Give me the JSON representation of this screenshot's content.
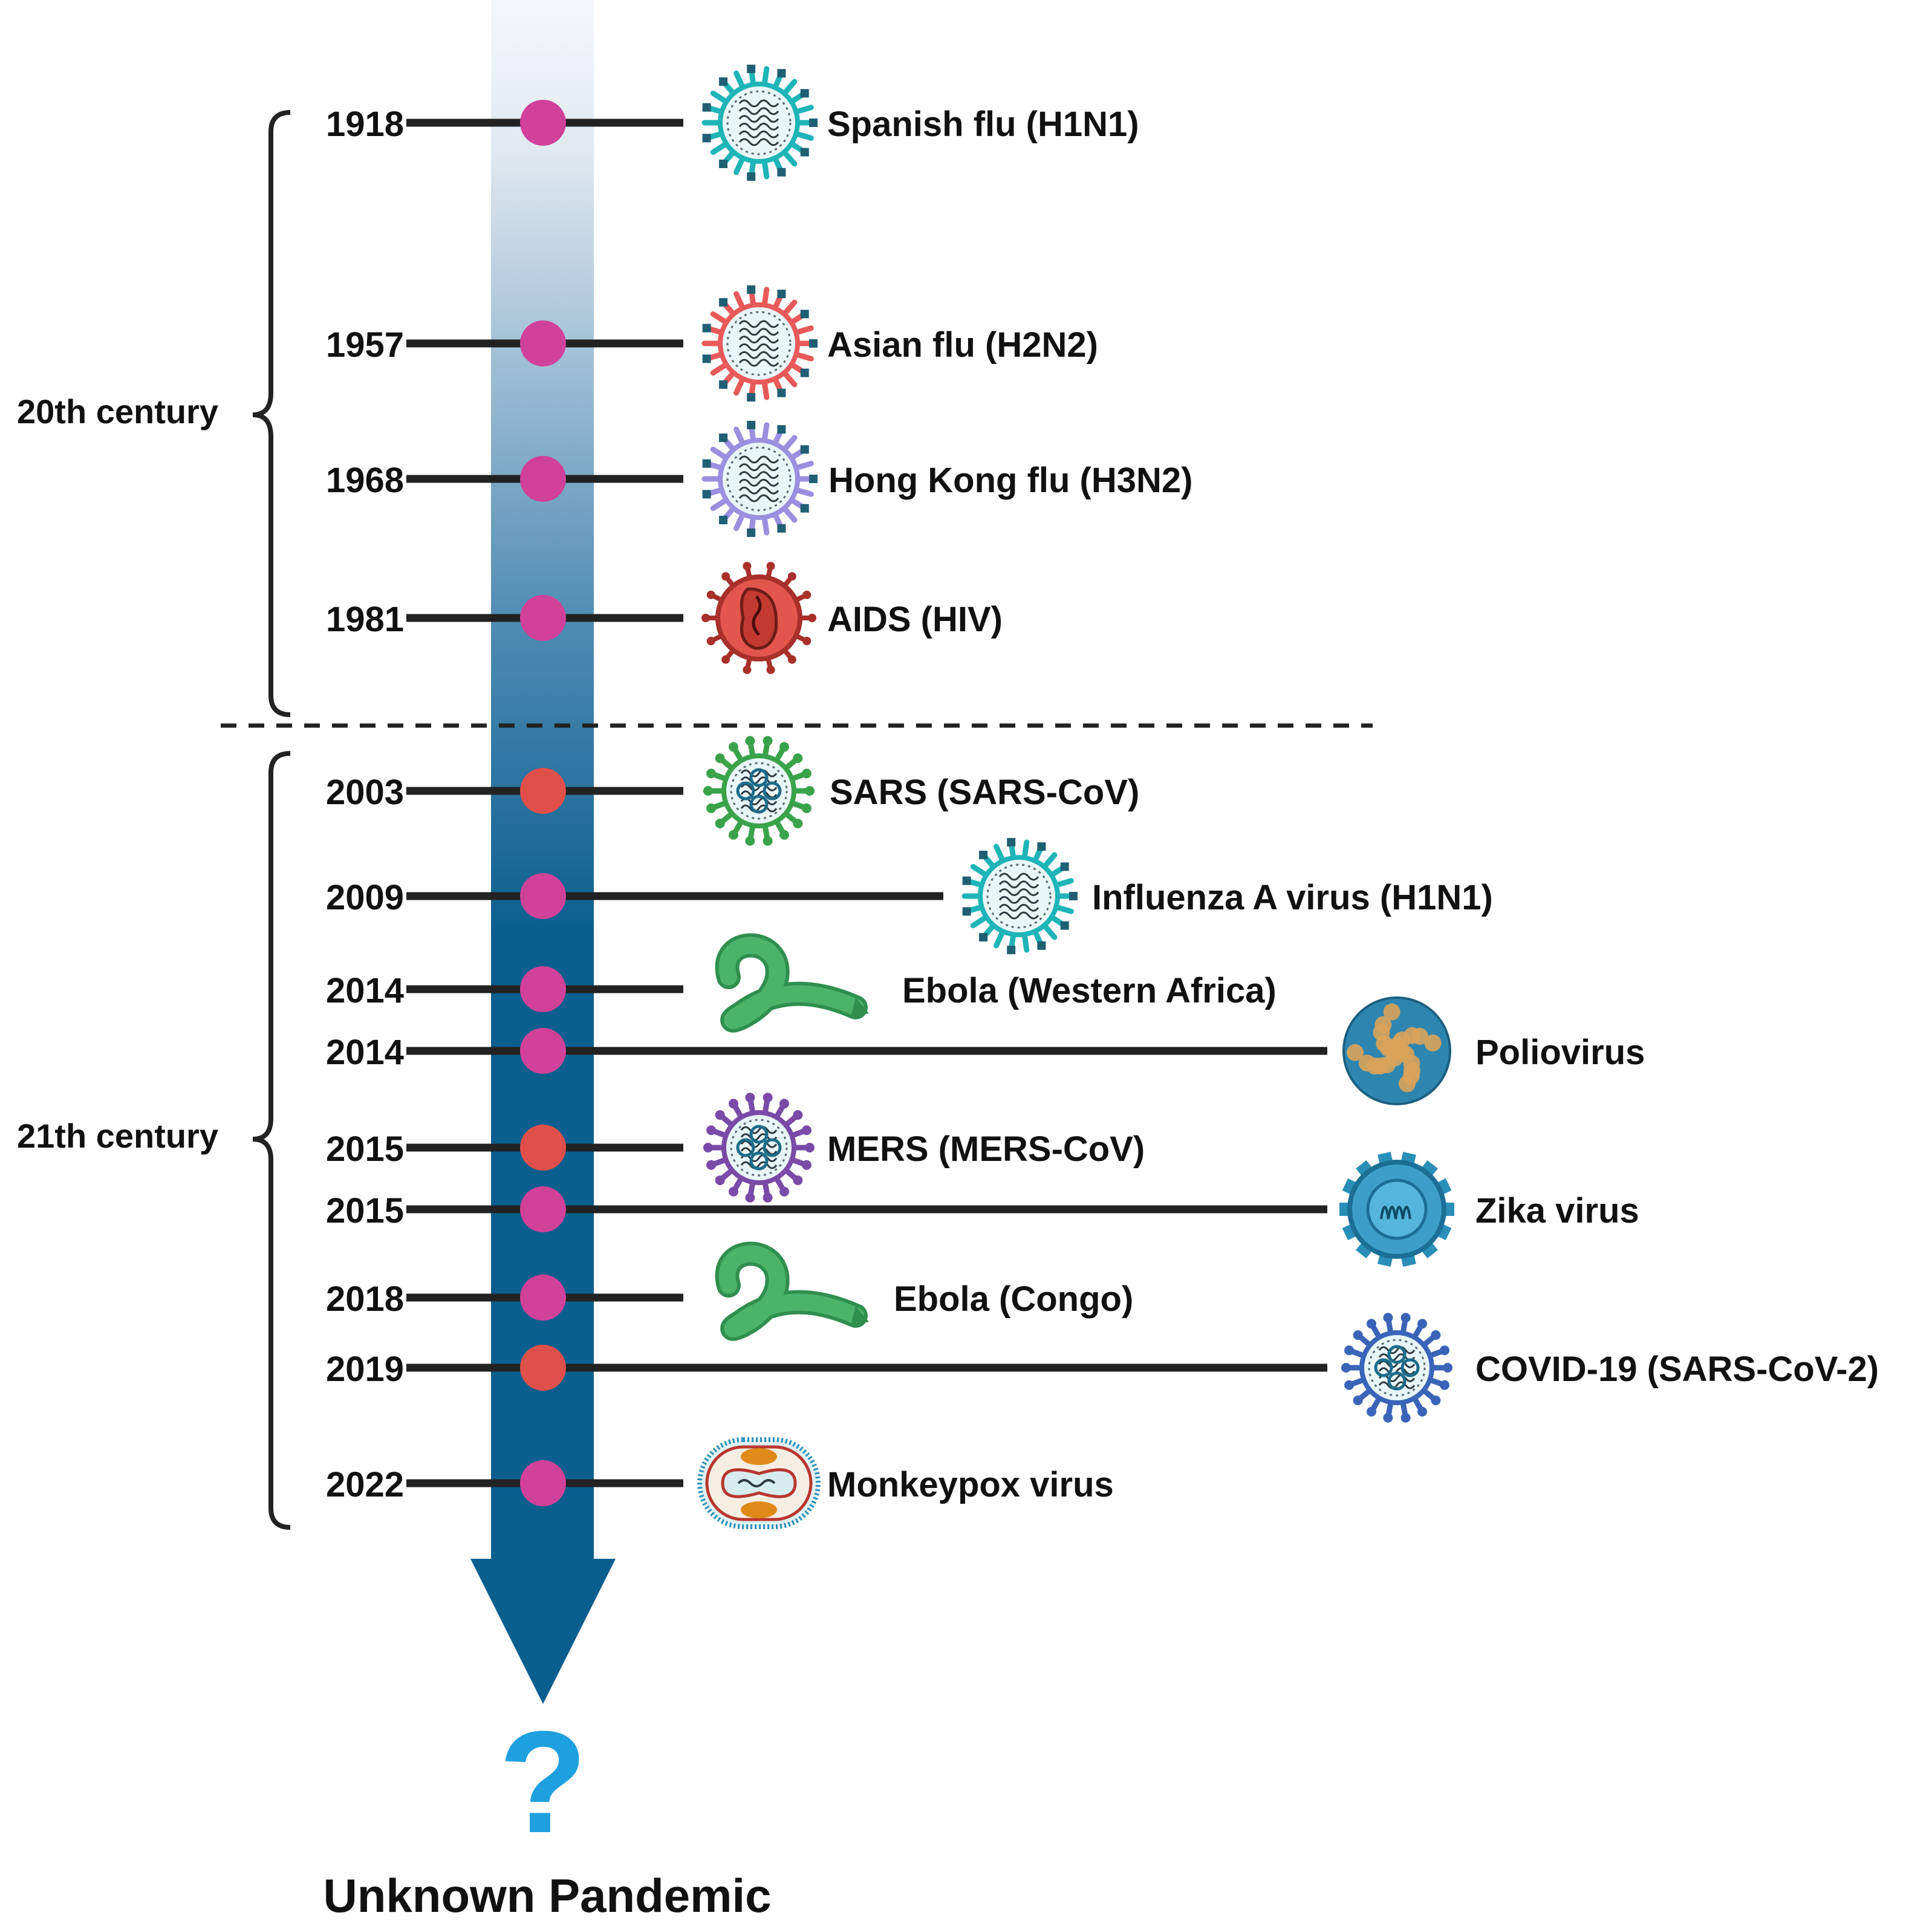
{
  "centuries": [
    {
      "label": "20th century"
    },
    {
      "label": "21th century"
    }
  ],
  "events": [
    {
      "year": "1918",
      "name": "Spanish flu (H1N1)",
      "dot_color": "#d0419a",
      "icon": "influenza-virus-icon",
      "spike_color": "#1fb5b8"
    },
    {
      "year": "1957",
      "name": "Asian flu (H2N2)",
      "dot_color": "#d0419a",
      "icon": "influenza-virus-icon",
      "spike_color": "#e8595a"
    },
    {
      "year": "1968",
      "name": "Hong Kong flu (H3N2)",
      "dot_color": "#d0419a",
      "icon": "influenza-virus-icon",
      "spike_color": "#9b8fe0"
    },
    {
      "year": "1981",
      "name": "AIDS (HIV)",
      "dot_color": "#d0419a",
      "icon": "hiv-virus-icon",
      "spike_color": "#c23a32"
    },
    {
      "year": "2003",
      "name": "SARS (SARS-CoV)",
      "dot_color": "#e0504a",
      "icon": "coronavirus-icon",
      "spike_color": "#3aa34a"
    },
    {
      "year": "2009",
      "name": "Influenza A virus (H1N1)",
      "dot_color": "#d0419a",
      "icon": "influenza-virus-icon",
      "spike_color": "#1fb5b8"
    },
    {
      "year": "2014",
      "name": "Ebola (Western Africa)",
      "dot_color": "#d0419a",
      "icon": "ebola-virus-icon",
      "spike_color": "#4cb36a"
    },
    {
      "year": "2014",
      "name": "Poliovirus",
      "dot_color": "#d0419a",
      "icon": "poliovirus-icon",
      "spike_color": "#d9a35a"
    },
    {
      "year": "2015",
      "name": "MERS (MERS-CoV)",
      "dot_color": "#e0504a",
      "icon": "coronavirus-icon",
      "spike_color": "#7a4aa8"
    },
    {
      "year": "2015",
      "name": "Zika virus",
      "dot_color": "#d0419a",
      "icon": "zika-virus-icon",
      "spike_color": "#2a8fb8"
    },
    {
      "year": "2018",
      "name": "Ebola (Congo)",
      "dot_color": "#d0419a",
      "icon": "ebola-virus-icon",
      "spike_color": "#4cb36a"
    },
    {
      "year": "2019",
      "name": "COVID-19 (SARS-CoV-2)",
      "dot_color": "#e0504a",
      "icon": "coronavirus-icon",
      "spike_color": "#3a64b8"
    },
    {
      "year": "2022",
      "name": "Monkeypox virus",
      "dot_color": "#d0419a",
      "icon": "monkeypox-virus-icon",
      "spike_color": "#2a8fb8"
    }
  ],
  "future": {
    "symbol": "?",
    "label": "Unknown Pandemic"
  },
  "colors": {
    "arrow_dark": "#0a5f8e",
    "arrow_light": "#eef3f8",
    "line": "#222222",
    "question_mark": "#1e9fe0"
  }
}
